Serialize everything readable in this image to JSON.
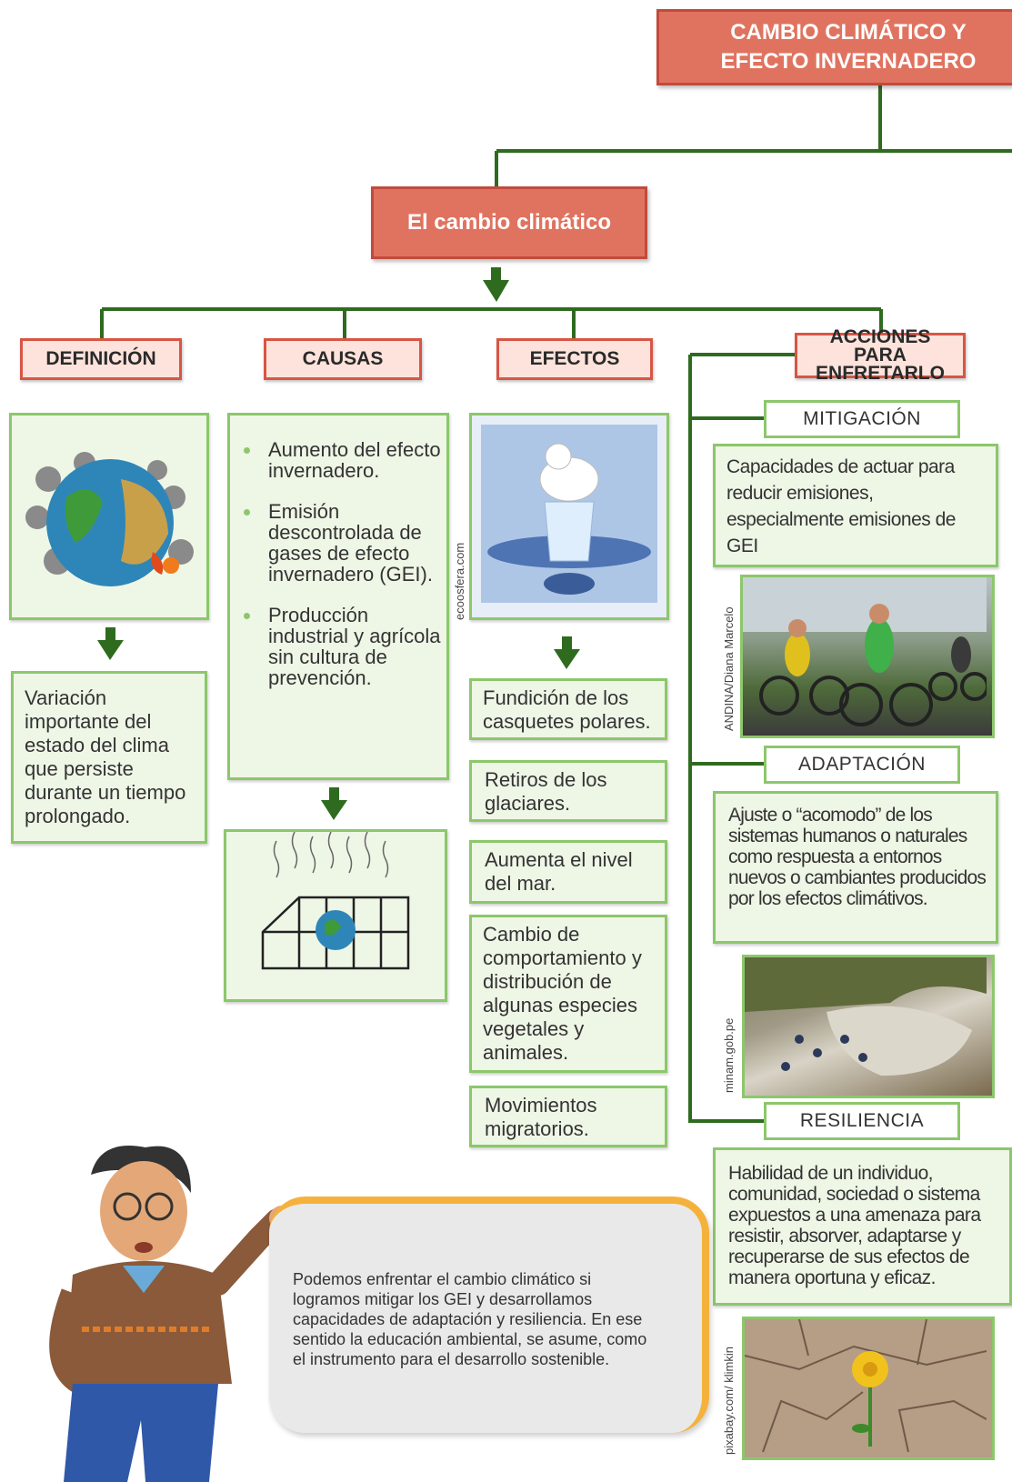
{
  "title": "CAMBIO CLIMÁTICO Y EFECTO INVERNADERO",
  "main_node": "El cambio climático",
  "branches": {
    "definicion": "DEFINICIÓN",
    "causas": "CAUSAS",
    "efectos": "EFECTOS",
    "acciones": "ACCIONES PARA ENFRETARLO"
  },
  "definicion_text": "Variación importante del estado del clima que persiste durante un tiempo prolongado.",
  "causas_items": [
    "Aumento del efecto invernadero.",
    "Emisión descontrolada de gases de efecto invernadero (GEI).",
    "Producción industrial y agrícola sin cultura de prevención."
  ],
  "efectos_items": [
    "Fundición de los casquetes polares.",
    "Retiros de los glaciares.",
    "Aumenta el nivel del mar.",
    "Cambio de comportamiento y distribución de algunas especies vegetales y animales.",
    "Movimientos migratorios."
  ],
  "acciones": {
    "mitigacion": {
      "label": "MITIGACIÓN",
      "text": "Capacidades de actuar para reducir emisiones, especialmente emisiones de GEI",
      "credit": "ANDINA/Diana Marcelo"
    },
    "adaptacion": {
      "label": "ADAPTACIÓN",
      "text": "Ajuste o “acomodo” de los sistemas humanos o naturales como respuesta a entornos nuevos o cambiantes producidos por los efectos climátivos.",
      "credit": "minam.gob.pe"
    },
    "resiliencia": {
      "label": "RESILIENCIA",
      "text": "Habilidad de un individuo, comunidad, sociedad o sistema expuestos a una amenaza para resistir, absorver, adaptarse y recuperarse de sus efectos de manera oportuna y eficaz.",
      "credit": "pixabay.com/ klimkin"
    }
  },
  "efectos_credit": "ecoosfera.com",
  "speech": "Podemos enfrentar el cambio climático si logramos mitigar los GEI y desarrollamos capacidades de adaptación y resiliencia. En ese sentido la educación ambiental, se asume, como el instrumento para el desarrollo sostenible.",
  "icons": [
    "earth-pollution-icon",
    "greenhouse-icon",
    "polar-bear-icon",
    "green-arrow-down-icon"
  ],
  "colors": {
    "line": "#2e6b1f",
    "red": "#e0735f",
    "pink": "#fde3db",
    "green_border": "#8cc76b",
    "arrow": "#2e6b1f"
  }
}
